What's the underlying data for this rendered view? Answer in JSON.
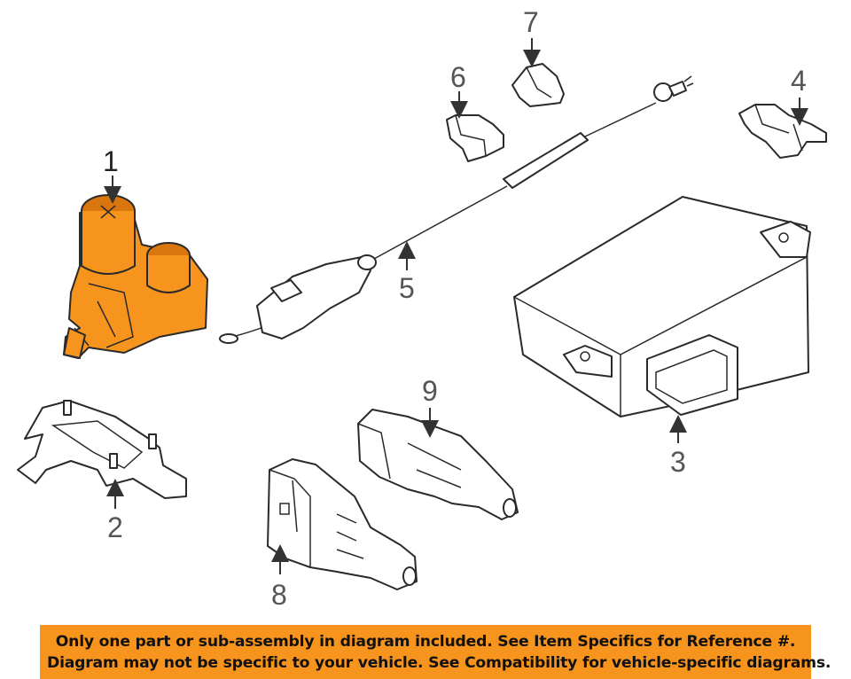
{
  "callouts": {
    "c1": "1",
    "c2": "2",
    "c3": "3",
    "c4": "4",
    "c5": "5",
    "c6": "6",
    "c7": "7",
    "c8": "8",
    "c9": "9"
  },
  "highlight_color": "#f7941d",
  "notice": {
    "line1": "Only one part or sub-assembly in diagram included. See Item Specifics for Reference #.",
    "line2": "Diagram may not be specific to your vehicle. See Compatibility for vehicle-specific diagrams."
  }
}
